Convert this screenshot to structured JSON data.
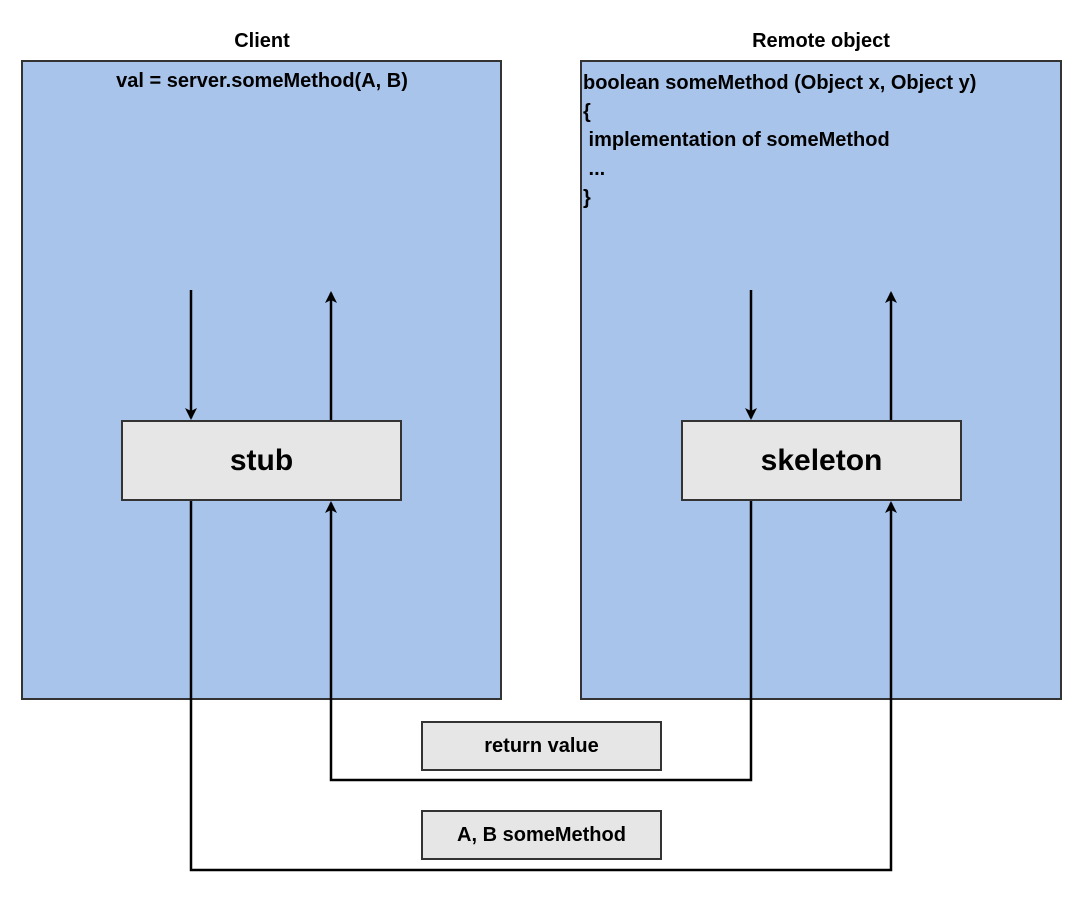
{
  "client": {
    "header": "Client",
    "call": "val = server.someMethod(A, B)",
    "stub_label": "stub"
  },
  "remote": {
    "header": "Remote object",
    "code_lines": [
      "boolean someMethod (Object x, Object y)",
      "{",
      " implementation of someMethod",
      " ...",
      "}"
    ],
    "skeleton_label": "skeleton"
  },
  "links": {
    "return_label": "return value",
    "request_label": "A, B someMethod"
  },
  "colors": {
    "panel_fill": "#a9c4eb",
    "box_fill": "#e6e6e6",
    "stroke": "#000000"
  }
}
